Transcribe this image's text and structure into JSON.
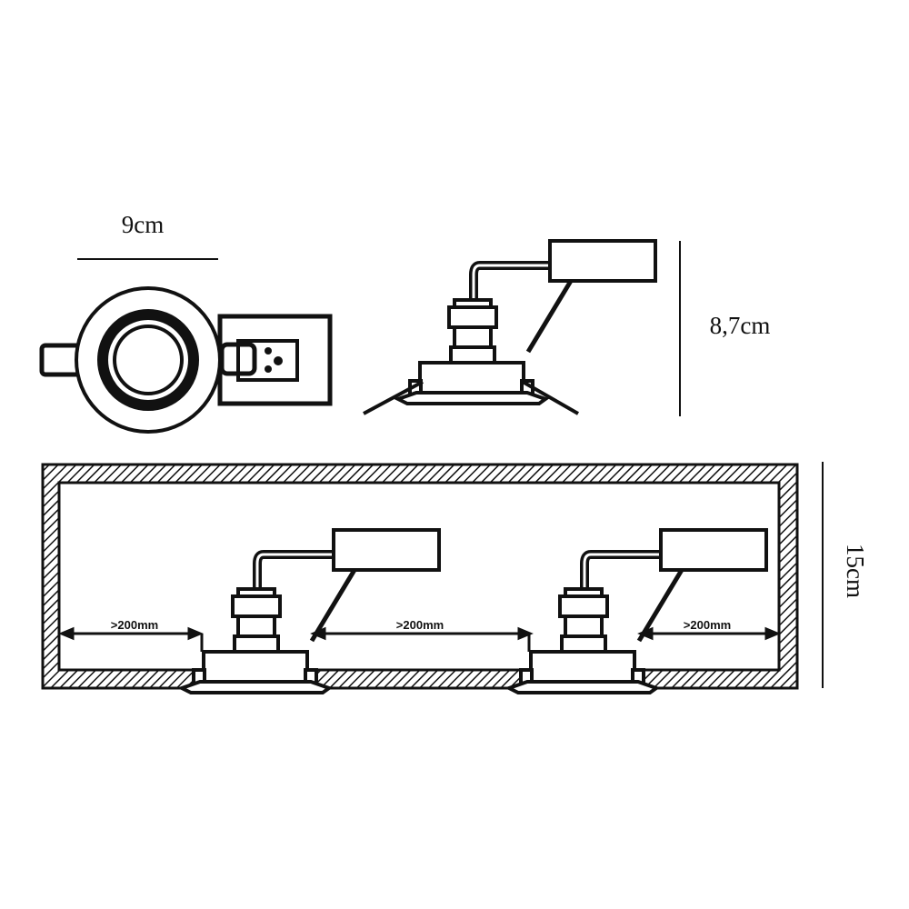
{
  "dimensions": {
    "width_label": "9cm",
    "height_label": "8,7cm",
    "cavity_depth_label": "15cm",
    "spacing_label": ">200mm"
  },
  "colors": {
    "ink": "#111111",
    "background": "#ffffff"
  }
}
